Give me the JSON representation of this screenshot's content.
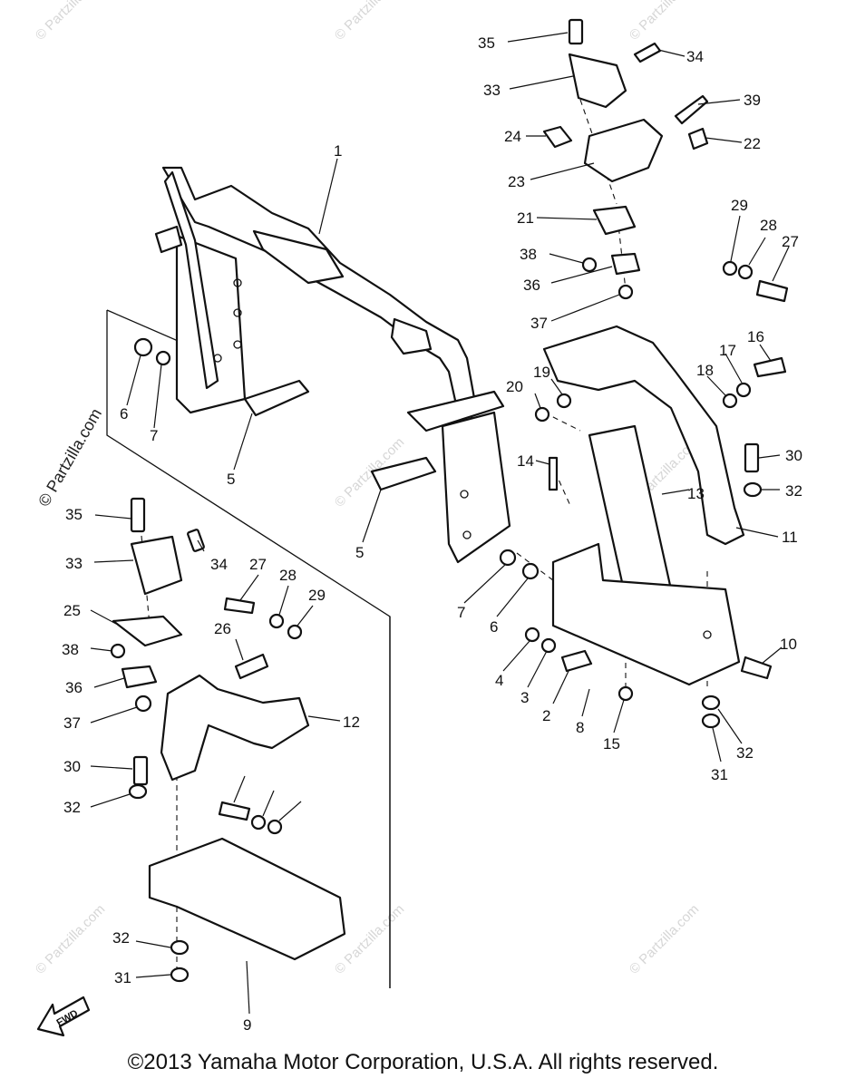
{
  "watermark": "© Partzilla.com",
  "side_watermark": "© Partzilla.com",
  "forward_marker": "FWD",
  "copyright": "©2013  Yamaha Motor Corporation, U.S.A. All rights reserved.",
  "callouts": [
    "1",
    "2",
    "3",
    "4",
    "5",
    "6",
    "7",
    "8",
    "9",
    "10",
    "11",
    "12",
    "13",
    "14",
    "15",
    "16",
    "17",
    "18",
    "19",
    "20",
    "21",
    "22",
    "23",
    "24",
    "25",
    "26",
    "27",
    "28",
    "29",
    "30",
    "31",
    "32",
    "33",
    "34",
    "35",
    "36",
    "37",
    "38",
    "39"
  ]
}
